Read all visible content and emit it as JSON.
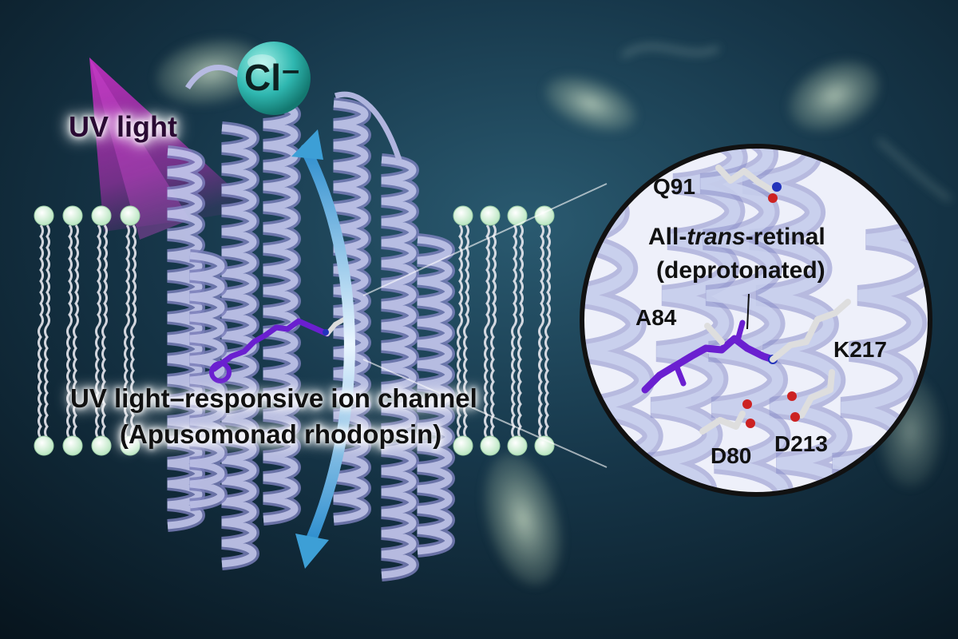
{
  "labels": {
    "chloride": "Cl⁻",
    "uv_light": "UV light",
    "channel_line1": "UV light–responsive ion channel",
    "channel_line2": "(Apusomonad rhodopsin)",
    "retinal_prefix": "All-",
    "retinal_italic": "trans",
    "retinal_suffix": "-retinal",
    "retinal_state": "(deprotonated)"
  },
  "residues": {
    "q91": "Q91",
    "a84": "A84",
    "k217": "K217",
    "d80": "D80",
    "d213": "D213"
  },
  "colors": {
    "background_dark": "#0b1f2c",
    "background_mid": "#1d4256",
    "helix": "#b9bce6",
    "helix_dark": "#7f83bf",
    "retinal": "#6a1fd0",
    "uv_beam": "#c12fc0",
    "arrow": "#3d9fd6",
    "chloride_ion": "#2fb7b0",
    "lipid_head": "#d8f5dc"
  },
  "icons": {
    "chloride_ion": "sphere-icon",
    "bidirectional_arrow": "double-arrow-icon",
    "uv_beam": "light-beam-icon"
  }
}
